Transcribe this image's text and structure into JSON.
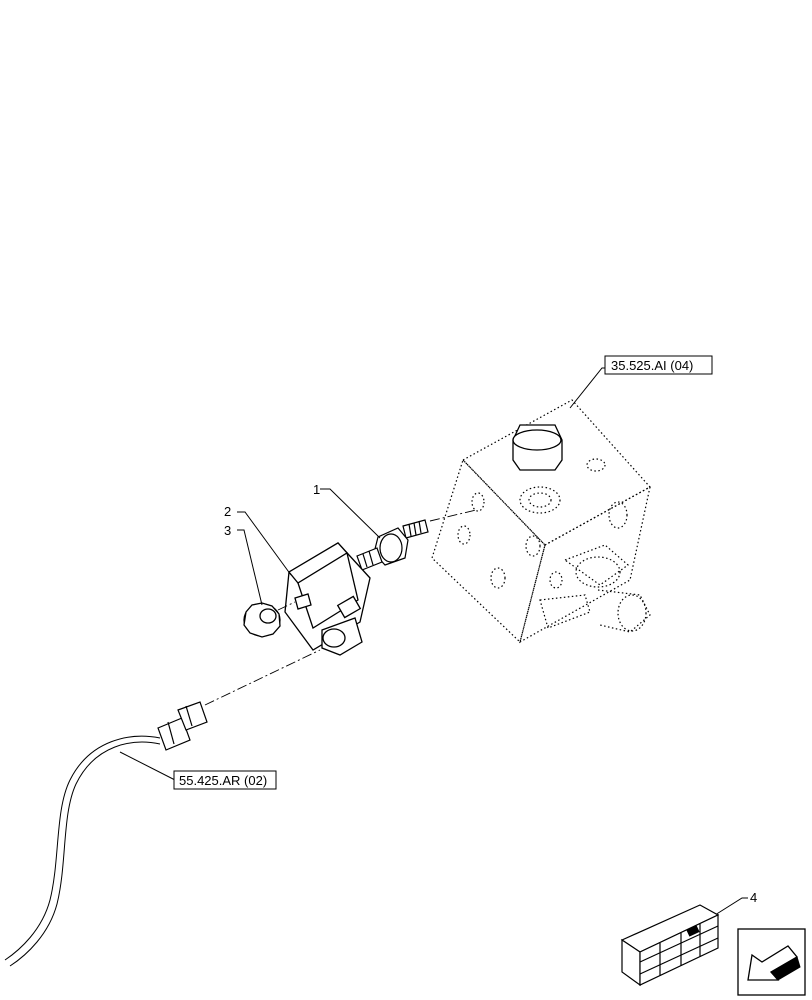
{
  "callouts": {
    "c1": "1",
    "c2": "2",
    "c3": "3",
    "c4": "4"
  },
  "references": {
    "valve_block_ref": "35.525.AI (04)",
    "harness_ref": "55.425.AR (02)"
  },
  "icons": {
    "crate": "packaged-part-crate-icon",
    "nav": "previous-page-arrow-icon"
  },
  "colors": {
    "line": "#000000",
    "background": "#ffffff"
  }
}
